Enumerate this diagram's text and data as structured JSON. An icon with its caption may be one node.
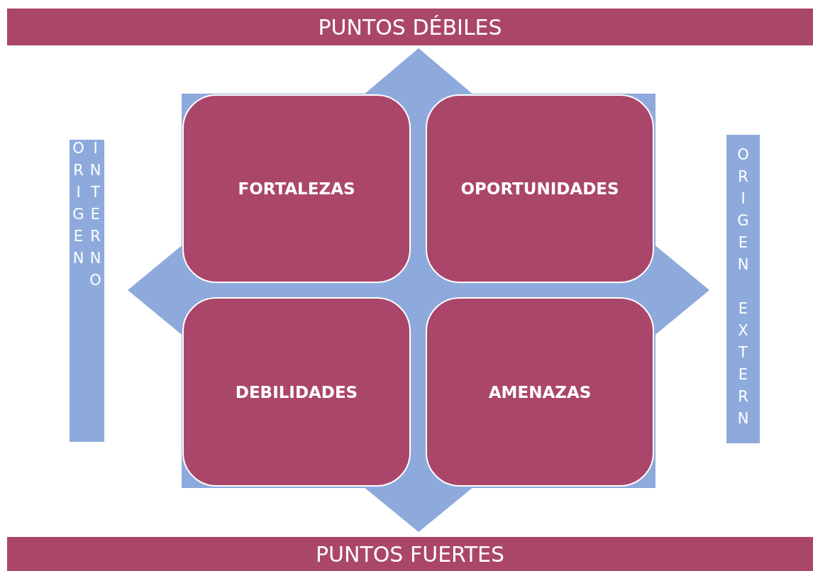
{
  "diagram": {
    "nodes": [
      {
        "text": [
          "PUNTOS DÉBILES"
        ]
      },
      {
        "text": [
          "ORIGEN INTERNO"
        ]
      },
      {
        "text": [
          "FORTALEZAS"
        ]
      },
      {
        "text": [
          "OPORTUNIDADES"
        ]
      },
      {
        "text": [
          "ORIGEN EXTERN"
        ]
      },
      {
        "text": [
          "DEBILIDADES"
        ]
      },
      {
        "text": [
          "AMENAZAS"
        ]
      },
      {
        "text": [
          "PUNTOS FUERTES"
        ]
      }
    ],
    "edges": []
  }
}
